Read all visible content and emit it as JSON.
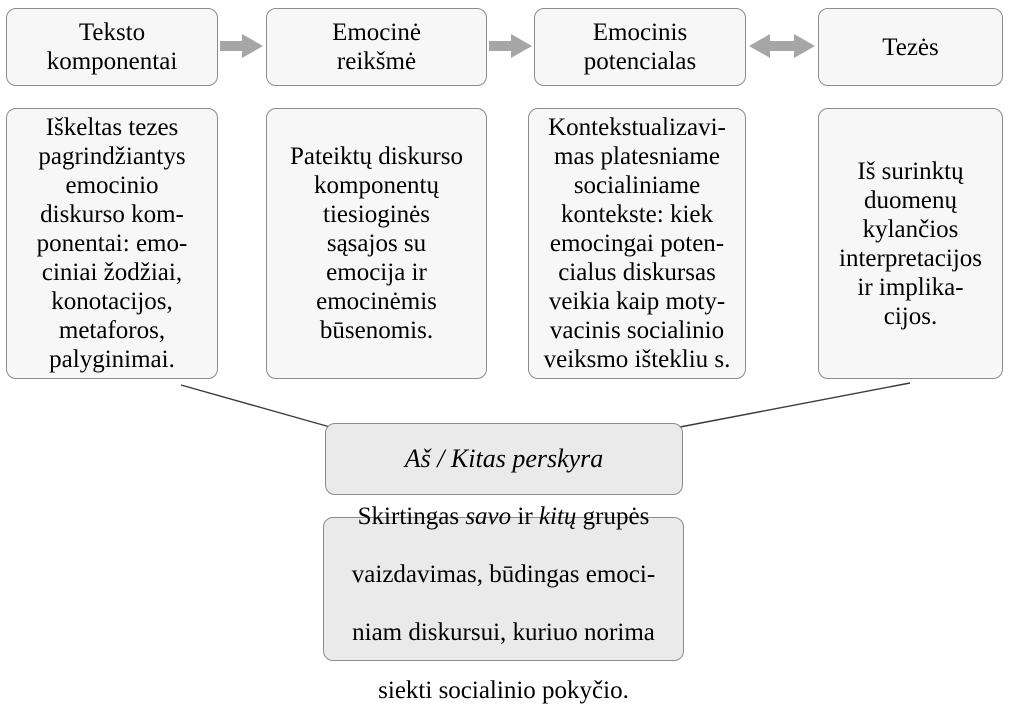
{
  "diagram": {
    "title": "Emocinio diskurso analizes schema",
    "type": "flow-diagram",
    "language": "lt",
    "colors": {
      "node_fill": "#f7f7f7",
      "node_fill_grey": "#eaeaea",
      "node_border": "#8c8c8c",
      "arrow_fill": "#a6a6a6",
      "connector_line": "#3b3b3b",
      "text": "#000000"
    },
    "header_row": [
      {
        "id": "teksto-komponentai",
        "label": "Teksto\nkomponentai"
      },
      {
        "id": "emocine-reiksme",
        "label": "Emocinė\nreikšmė"
      },
      {
        "id": "emocinis-potencialas",
        "label": "Emocinis\npotencialas"
      },
      {
        "id": "tezes",
        "label": "Tezės"
      }
    ],
    "detail_row": [
      {
        "id": "teksto-komponentai-detail",
        "label": "Iškeltas tezes\npagrindžiantys\nemocinio\ndiskurso kom-\nponentai: emo-\nciniai žodžiai,\nkonotacijos,\nmetaforos,\npalyginimai."
      },
      {
        "id": "emocine-reiksme-detail",
        "label": "Pateiktų diskurso\nkomponentų\ntiesioginės\nsąsajos su\nemocija ir\nemocinėmis\nbūsenomis."
      },
      {
        "id": "emocinis-potencialas-detail",
        "label": "Kontekstualizavi-\nmas platesniame\nsocialiniame\nkontekste: kiek\nemocingai poten-\ncialus diskursas\nveikia kaip moty-\nvacinis socialinio\nveiksmo ištekliu s."
      },
      {
        "id": "tezes-detail",
        "label": "Iš surinktų\nduomenų\nkylančios\ninterpretacijos\nir implika-\ncijos."
      }
    ],
    "bottom_nodes": [
      {
        "id": "as-kitas-perskyra",
        "label": "Aš / Kitas perskyra",
        "style": "italic-grey"
      },
      {
        "id": "as-kitas-perskyra-detail",
        "label": "Skirtingas savo ir kitų grupės\nvaizdavimas, būdingas emoci-\nniam diskursui, kuriuo norima\nsiekti socialinio pokyčio.",
        "style": "grey"
      }
    ],
    "bottom_detail_parts": {
      "seg1": "Skirtingas ",
      "em1": "savo",
      "seg2": " ir ",
      "em2": "kitų",
      "seg3": " grupės",
      "line2": "vaizdavimas, būdingas emoci-",
      "line3": "niam diskursui, kuriuo norima",
      "line4": "siekti socialinio pokyčio."
    },
    "arrows": [
      {
        "id": "arrow-1",
        "from": "teksto-komponentai",
        "to": "emocine-reiksme",
        "direction": "right"
      },
      {
        "id": "arrow-2",
        "from": "emocine-reiksme",
        "to": "emocinis-potencialas",
        "direction": "right"
      },
      {
        "id": "arrow-3",
        "from": "emocinis-potencialas",
        "to": "tezes",
        "direction": "both"
      }
    ],
    "connectors": [
      {
        "id": "connector-left",
        "from": "teksto-komponentai-detail",
        "to": "as-kitas-perskyra"
      },
      {
        "id": "connector-right",
        "from": "tezes-detail",
        "to": "as-kitas-perskyra"
      }
    ]
  }
}
